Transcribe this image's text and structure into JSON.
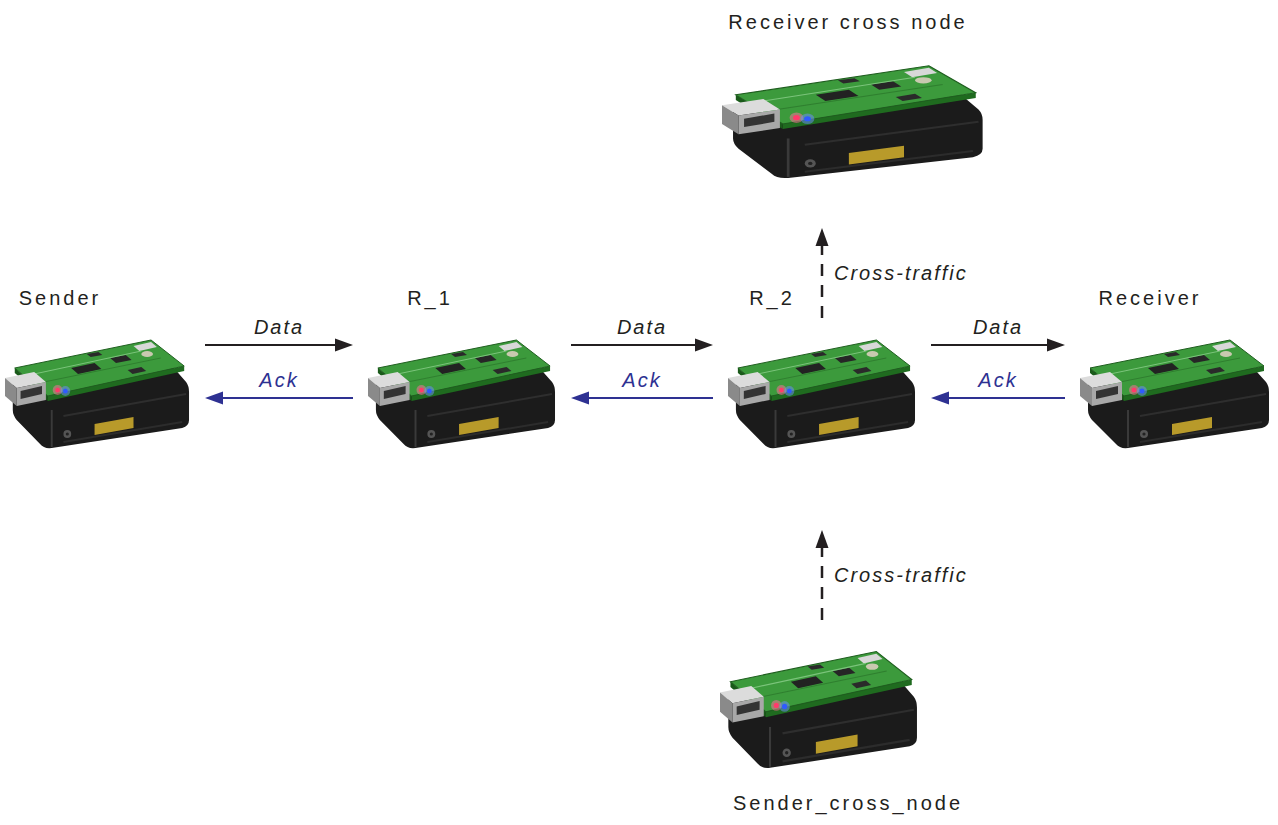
{
  "diagram": {
    "nodes": [
      {
        "text": [
          "Receiver cross node"
        ]
      },
      {
        "text": [
          "Sender"
        ]
      },
      {
        "text": [
          "R_1"
        ]
      },
      {
        "text": [
          "R_2"
        ]
      },
      {
        "text": [
          "Receiver"
        ]
      },
      {
        "text": [
          "Sender_cross_node"
        ]
      }
    ],
    "edges": [
      {
        "from": 1,
        "to": 2,
        "label": "Data",
        "arrow": "to"
      },
      {
        "from": 2,
        "to": 1,
        "label": "Ack",
        "arrow": "to"
      },
      {
        "from": 2,
        "to": 3,
        "label": "Data",
        "arrow": "to"
      },
      {
        "from": 3,
        "to": 2,
        "label": "Ack",
        "arrow": "to"
      },
      {
        "from": 3,
        "to": 4,
        "label": "Data",
        "arrow": "to"
      },
      {
        "from": 4,
        "to": 3,
        "label": "Ack",
        "arrow": "to"
      },
      {
        "from": 3,
        "to": 0,
        "label": "Cross-traffic",
        "arrow": "to"
      },
      {
        "from": 5,
        "to": 3,
        "label": "Cross-traffic",
        "arrow": "to"
      }
    ]
  }
}
